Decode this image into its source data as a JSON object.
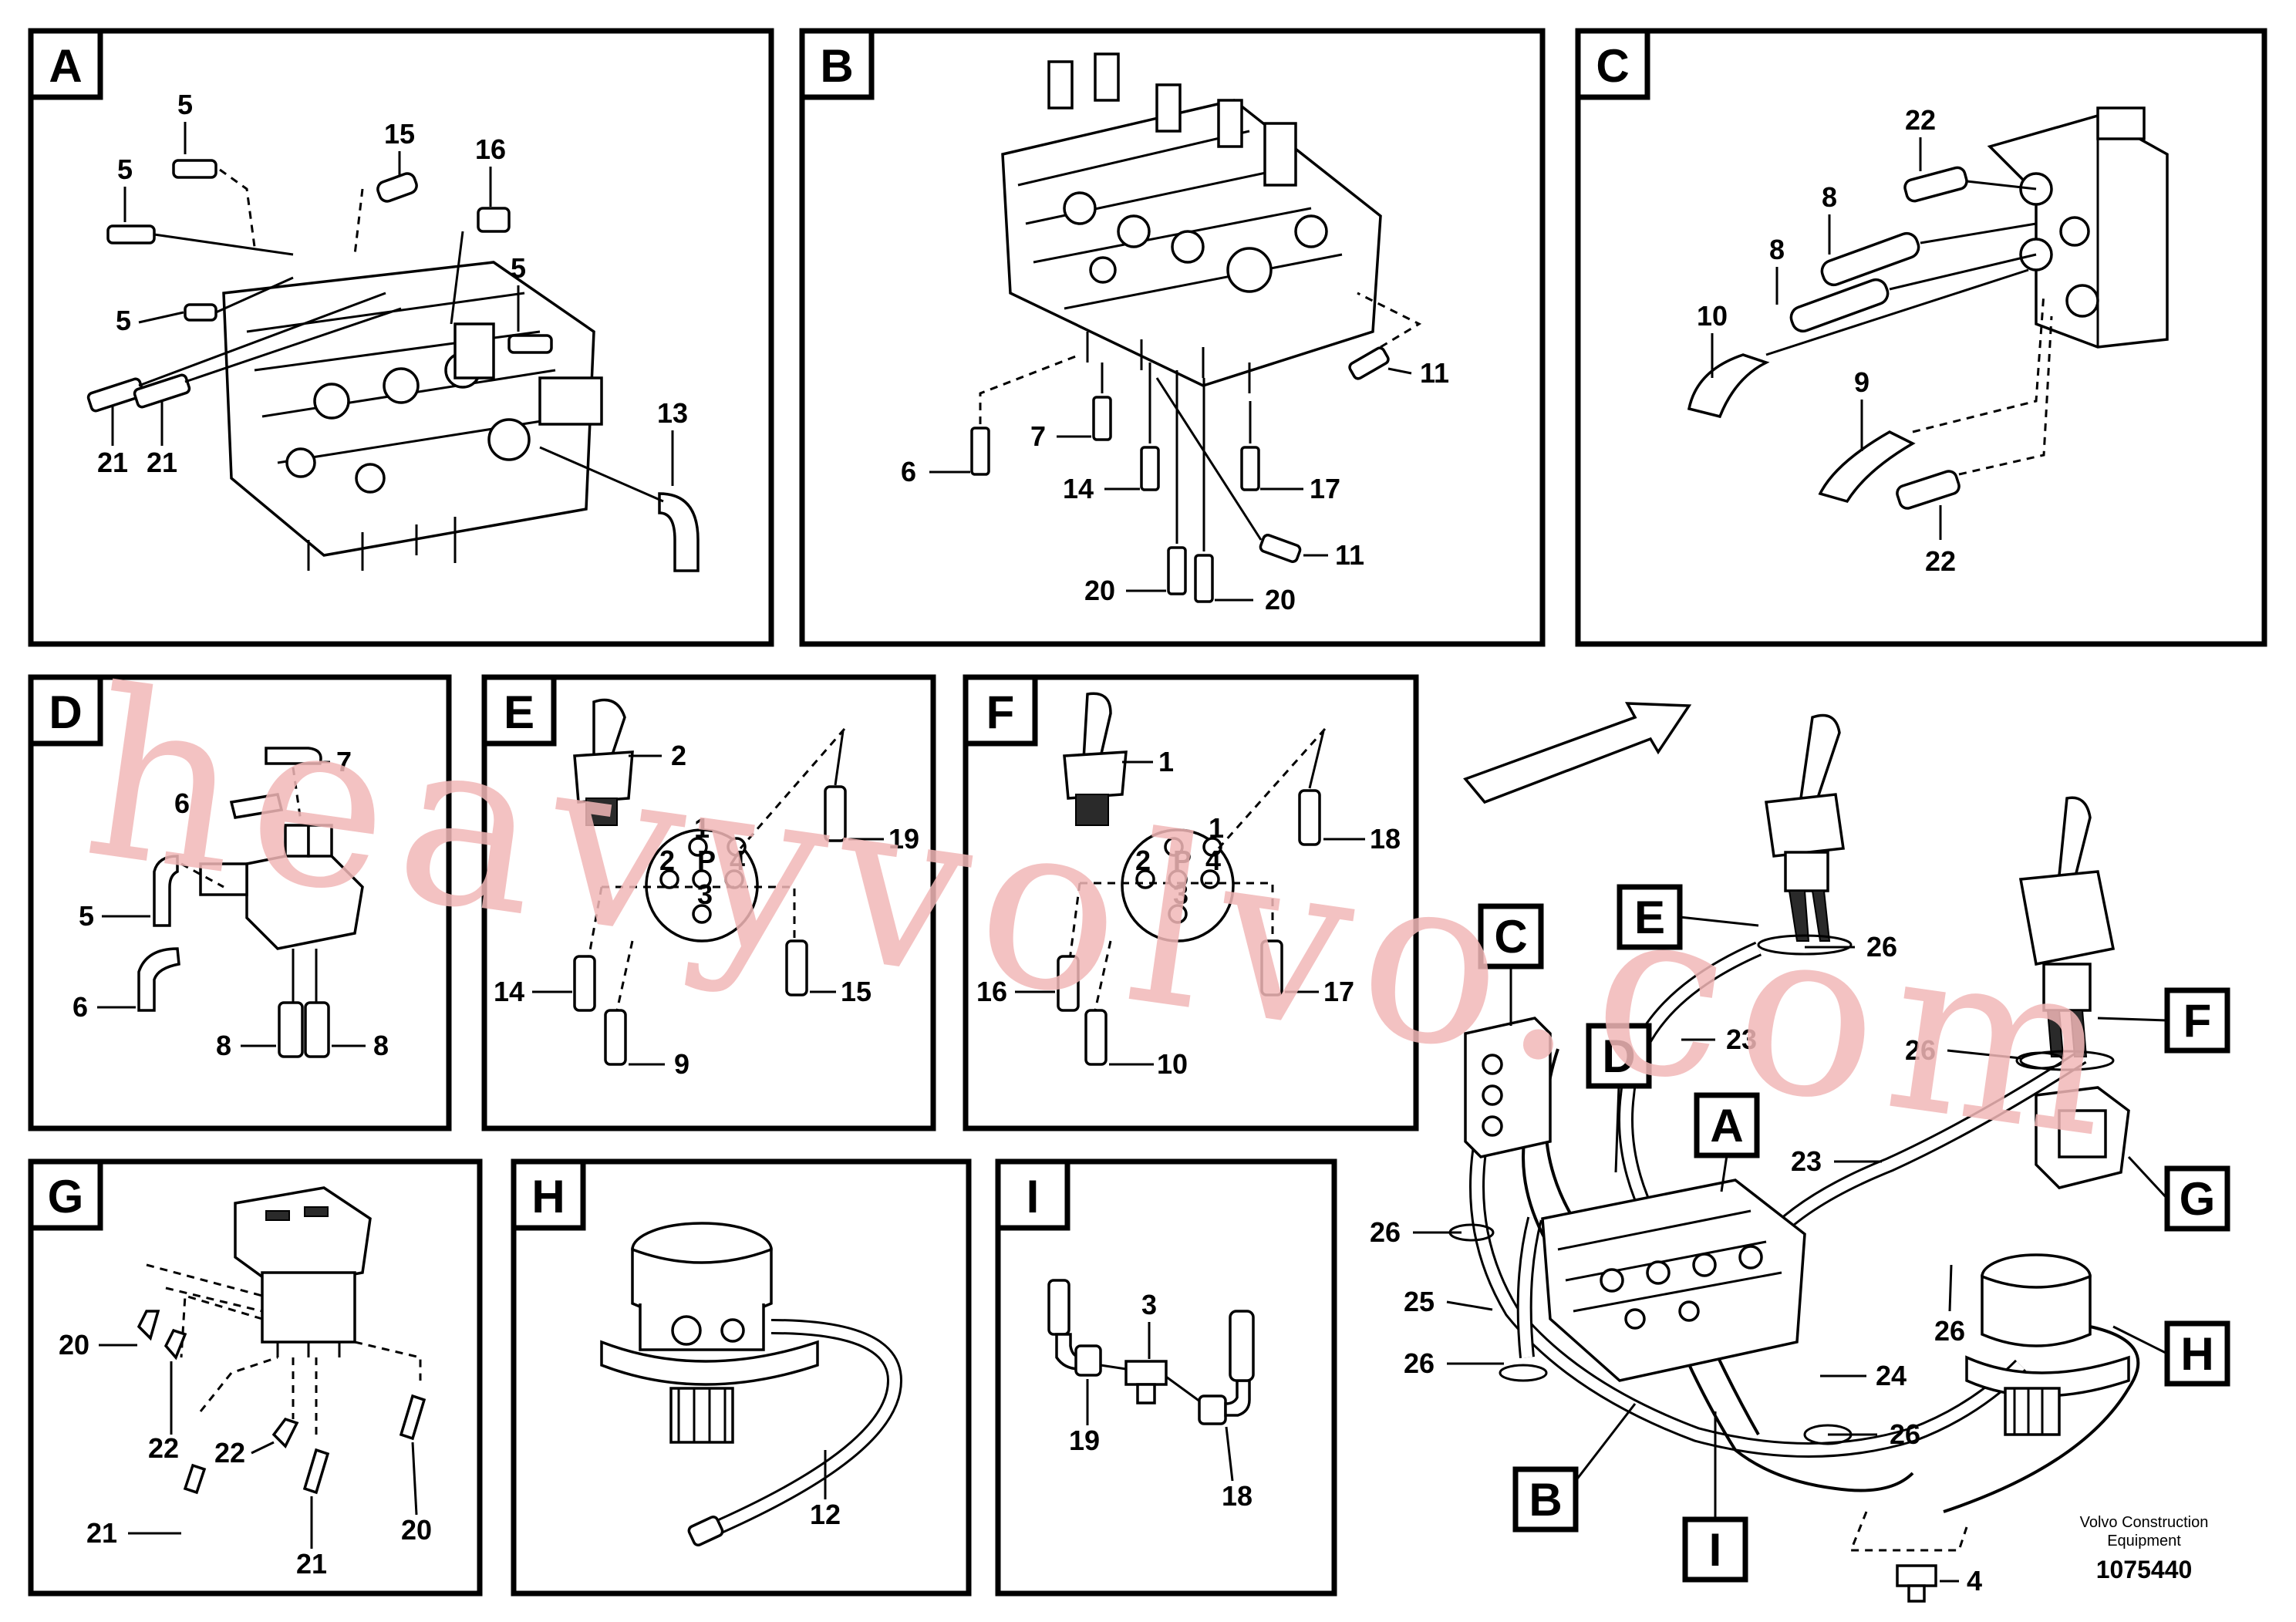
{
  "panels": [
    {
      "id": "A",
      "label": "A",
      "callouts": [
        "5",
        "5",
        "15",
        "16",
        "5",
        "5",
        "21",
        "21",
        "13"
      ]
    },
    {
      "id": "B",
      "label": "B",
      "callouts": [
        "11",
        "7",
        "6",
        "14",
        "17",
        "11",
        "20",
        "20"
      ]
    },
    {
      "id": "C",
      "label": "C",
      "callouts": [
        "22",
        "8",
        "8",
        "10",
        "9",
        "22"
      ]
    },
    {
      "id": "D",
      "label": "D",
      "callouts": [
        "7",
        "6",
        "5",
        "6",
        "8",
        "8"
      ]
    },
    {
      "id": "E",
      "label": "E",
      "callouts": [
        "2",
        "19",
        "14",
        "15",
        "9"
      ]
    },
    {
      "id": "F",
      "label": "F",
      "callouts": [
        "1",
        "18",
        "16",
        "17",
        "10"
      ]
    },
    {
      "id": "G",
      "label": "G",
      "callouts": [
        "20",
        "22",
        "22",
        "21",
        "21",
        "20"
      ]
    },
    {
      "id": "H",
      "label": "H",
      "callouts": [
        "12"
      ]
    },
    {
      "id": "I",
      "label": "I",
      "callouts": [
        "3",
        "19",
        "18"
      ]
    }
  ],
  "overview": {
    "refs": [
      "C",
      "E",
      "D",
      "A",
      "F",
      "G",
      "H",
      "B",
      "I"
    ],
    "callouts": [
      "26",
      "23",
      "26",
      "23",
      "26",
      "25",
      "26",
      "26",
      "24",
      "26",
      "4"
    ]
  },
  "port_numbers": {
    "E": [
      "1",
      "2",
      "P",
      "4",
      "3"
    ],
    "F": [
      "1",
      "2",
      "P",
      "4",
      "3"
    ]
  },
  "footer": {
    "company": "Volvo Construction\nEquipment",
    "company_line1": "Volvo Construction",
    "company_line2": "Equipment",
    "drawing_number": "1075440"
  },
  "watermark": "heavyvolvo.com",
  "colors": {
    "watermark": "#f2b8b8",
    "ink": "#000000"
  }
}
